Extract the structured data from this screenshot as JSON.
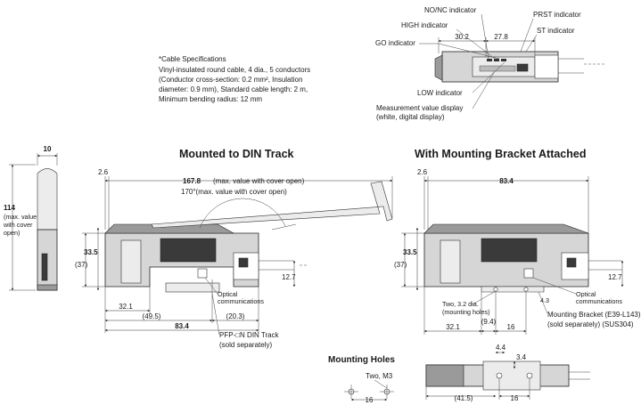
{
  "top_view": {
    "indicators": {
      "no_nc": "NO/NC indicator",
      "high": "HIGH indicator",
      "go": "GO indicator",
      "prst": "PRST indicator",
      "st": "ST indicator",
      "low": "LOW indicator",
      "measurement_line1": "Measurement value display",
      "measurement_line2": "(white, digital display)"
    },
    "dims": {
      "d1": "30.2",
      "d2": "27.8"
    }
  },
  "cable_spec": {
    "title": "*Cable Specifications",
    "line1": "Vinyl-insulated round cable, 4 dia., 5 conductors",
    "line2": "(Conductor cross-section: 0.2 mm², Insulation",
    "line3": "diameter: 0.9 mm), Standard cable length: 2 m,",
    "line4": "Minimum bending radius: 12 mm"
  },
  "side_view": {
    "width": "10",
    "height": "114",
    "height_note1": "(max. value",
    "height_note2": "with cover",
    "height_note3": "open)"
  },
  "din": {
    "title": "Mounted to DIN Track",
    "d_top_left": "2.6",
    "d_length": "167.8",
    "d_length_note": "(max. value with cover open)",
    "d_angle": "170°(max. value with cover open)",
    "d_h1": "33.5",
    "d_h2": "(37)",
    "d_right": "12.7",
    "d_32": "32.1",
    "d_49": "(49.5)",
    "d_20": "(20.3)",
    "d_83": "83.4",
    "optical1": "Optical",
    "optical2": "communications",
    "track1": "PFP-□N DIN Track",
    "track2": "(sold separately)"
  },
  "bracket": {
    "title": "With Mounting Bracket Attached",
    "d_top_left": "2.6",
    "d_length": "83.4",
    "d_h1": "33.5",
    "d_h2": "(37)",
    "d_right": "12.7",
    "d_43": "4.3",
    "d_32": "32.1",
    "d_94": "(9.4)",
    "d_16": "16",
    "holes1": "Two, 3.2 dia.",
    "holes2": "(mounting holes)",
    "optical1": "Optical",
    "optical2": "communications",
    "bracket1": "Mounting Bracket (E39-L143)",
    "bracket2": "(sold separately) (SUS304)"
  },
  "mounting_holes": {
    "title": "Mounting Holes",
    "label": "Two, M3",
    "d16": "16"
  },
  "bottom_view": {
    "d44": "4.4",
    "d34": "3.4",
    "d415": "(41.5)",
    "d16": "16"
  }
}
